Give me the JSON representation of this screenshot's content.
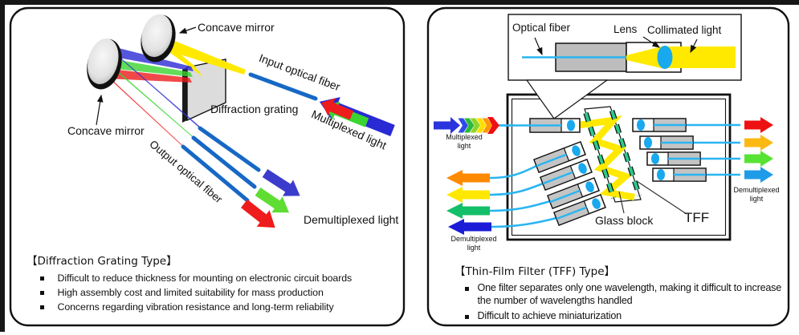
{
  "left_panel": {
    "labels": {
      "concave_mirror_top": "Concave mirror",
      "concave_mirror_bottom": "Concave mirror",
      "input_optical_fiber": "Input optical fiber",
      "multiplexed_light": "Multiplexed light",
      "diffraction_grating": "Diffraction grating",
      "output_optical_fiber": "Output optical fiber",
      "demultiplexed_light": "Demultiplexed light"
    },
    "caption": {
      "title": "【Diffraction Grating Type】",
      "bullets": [
        "Difficult to reduce thickness for mounting on electronic circuit boards",
        "High assembly cost and limited suitability for mass production",
        "Concerns regarding vibration resistance and long-term reliability"
      ]
    }
  },
  "right_panel": {
    "inset_labels": {
      "optical_fiber": "Optical fiber",
      "lens": "Lens",
      "collimated_light": "Collimated light"
    },
    "labels": {
      "multiplexed_light": "Multiplexed\nlight",
      "demultiplexed_light_left": "Demultiplexed\nlight",
      "demultiplexed_light_right": "Demultiplexed\nlight",
      "glass_block": "Glass block",
      "tff": "TFF"
    },
    "caption": {
      "title": "【Thin-Film Filter (TFF) Type】",
      "bullets": [
        "One filter separates only one wavelength, making it difficult to increase the number of wavelengths handled",
        "Difficult to achieve miniaturization"
      ]
    }
  },
  "colors": {
    "fiber_blue": "#1768c5",
    "cyan_fiber": "#29b5f2",
    "beam_yellow": "#ffe900",
    "lens_blue": "#19a9ee",
    "tff_green": "#2bc98b",
    "red": "#ee1111",
    "orange": "#ff8a00",
    "amber": "#fcb813",
    "green": "#3bd531",
    "emerald": "#13bf68",
    "dark_blue": "#2a2ad4",
    "light_blue": "#1f9ce8"
  }
}
